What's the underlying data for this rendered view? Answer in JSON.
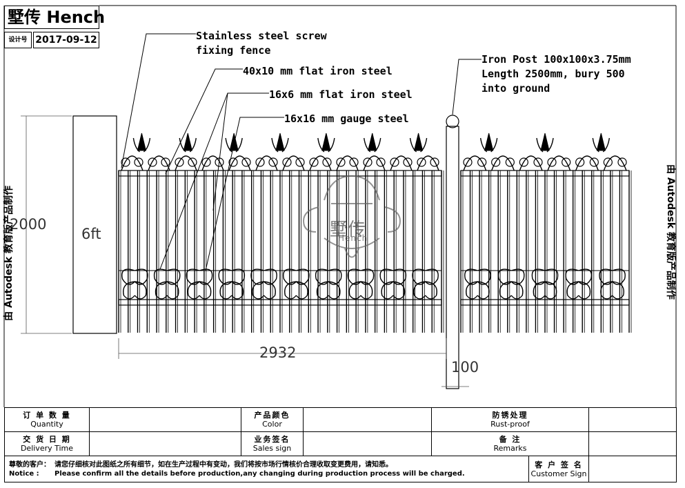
{
  "title_block": {
    "brand": "墅传 Hench",
    "design_no_label": "设计号",
    "date": "2017-09-12"
  },
  "annotations": {
    "screw": [
      "Stainless steel screw",
      "fixing fence"
    ],
    "flat_40x10": "40x10 mm flat iron steel",
    "flat_16x6": "16x6 mm flat iron steel",
    "gauge_16x16": "16x16 mm gauge steel",
    "post": [
      "Iron Post 100x100x3.75mm",
      "Length 2500mm, bury 500",
      "into ground"
    ]
  },
  "dimensions": {
    "height_mm": "2000",
    "height_ft": "6ft",
    "width": "2932",
    "post": "100"
  },
  "side_text": {
    "left": "由 Autodesk 教育版产品制作",
    "right": "由 Autodesk 教育版产品制作"
  },
  "watermark": {
    "cn": "墅传",
    "en": "Hench"
  },
  "form": {
    "quantity_cn": "订 单 数 量",
    "quantity_en": "Quantity",
    "color_cn": "产品颜色",
    "color_en": "Color",
    "rust_cn": "防锈处理",
    "rust_en": "Rust-proof",
    "delivery_cn": "交 货 日 期",
    "delivery_en": "Delivery Time",
    "sales_cn": "业务签名",
    "sales_en": "Sales sign",
    "remarks_cn": "备 注",
    "remarks_en": "Remarks",
    "notice_label_cn": "尊敬的客户：",
    "notice_text_cn": "请您仔细核对此图纸之所有细节，如在生产过程中有变动，我们将按市场行情核价合理收取变更费用，请知悉。",
    "notice_label_en": "Notice :",
    "notice_text_en": "Please confirm all the details before production,any changing during production process will be charged.",
    "customer_cn": "客 户 签 名",
    "customer_en": "Customer Sign"
  }
}
